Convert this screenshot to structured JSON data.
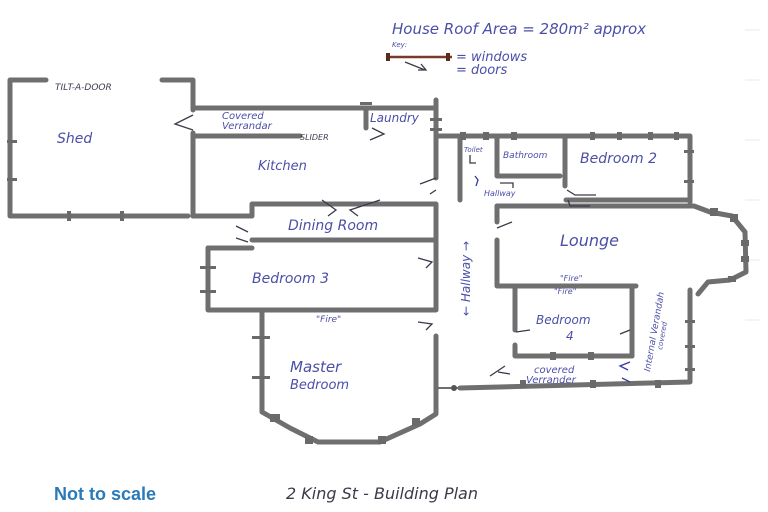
{
  "header": {
    "roof_area_label": "House Roof Area = 280m² approx",
    "key_label": "Key:",
    "key_windows": "= windows",
    "key_doors": "= doors"
  },
  "rooms": {
    "shed": "Shed",
    "tilt_door": "TILT-A-DOOR",
    "covered_verandah_top_1": "Covered",
    "covered_verandah_top_2": "Verrandar",
    "laundry": "Laundry",
    "slider": "SLIDER",
    "kitchen": "Kitchen",
    "toilet": "Toilet",
    "bathroom": "Bathroom",
    "bedroom2": "Bedroom 2",
    "hallway_small": "Hallway",
    "dining_room": "Dining Room",
    "lounge": "Lounge",
    "bedroom3": "Bedroom 3",
    "fire_bedroom3": "\"Fire\"",
    "hallway_vertical": "← Hallway →",
    "fire_lounge": "\"Fire\"",
    "fire_bedroom4": "\"Fire\"",
    "bedroom4_line1": "Bedroom",
    "bedroom4_line2": "4",
    "internal_verandah": "Internal Verandah",
    "internal_verandah_2": "covered",
    "covered_verandah_bottom_1": "covered",
    "covered_verandah_bottom_2": "Verrander",
    "master_bedroom_1": "Master",
    "master_bedroom_2": "Bedroom"
  },
  "footer": {
    "scale_note": "Not to scale",
    "plan_title": "2 King St - Building Plan"
  },
  "colors": {
    "wall": "#6f6f6f",
    "handwriting": "#4b4fa6",
    "scale_note": "#2b7ab8",
    "key_window": "#7a3a2a"
  }
}
